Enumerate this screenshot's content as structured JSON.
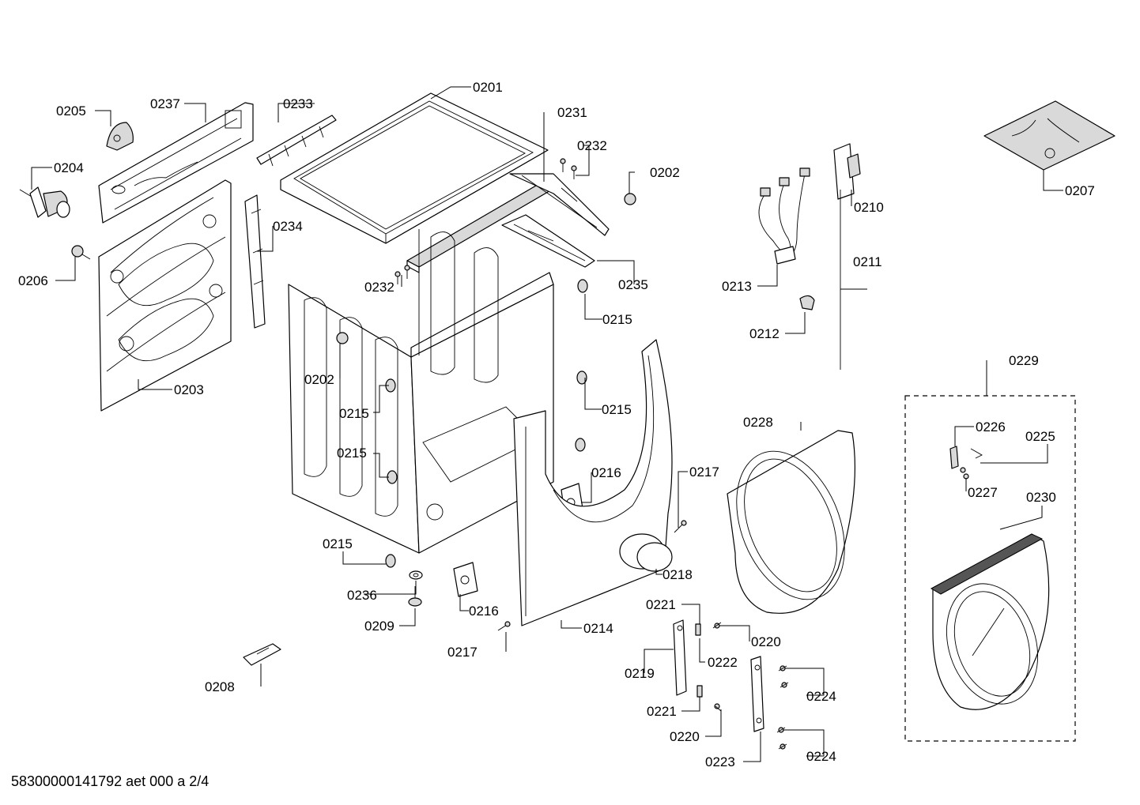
{
  "labels": {
    "p0201": "0201",
    "p0202a": "0202",
    "p0202b": "0202",
    "p0203": "0203",
    "p0204": "0204",
    "p0205": "0205",
    "p0206": "0206",
    "p0207": "0207",
    "p0208": "0208",
    "p0209": "0209",
    "p0210": "0210",
    "p0211": "0211",
    "p0212": "0212",
    "p0213": "0213",
    "p0214": "0214",
    "p0215a": "0215",
    "p0215b": "0215",
    "p0215c": "0215",
    "p0215d": "0215",
    "p0215e": "0215",
    "p0216a": "0216",
    "p0216b": "0216",
    "p0217a": "0217",
    "p0217b": "0217",
    "p0218": "0218",
    "p0219": "0219",
    "p0220a": "0220",
    "p0220b": "0220",
    "p0221a": "0221",
    "p0221b": "0221",
    "p0222": "0222",
    "p0223": "0223",
    "p0224a": "0224",
    "p0224b": "0224",
    "p0225": "0225",
    "p0226": "0226",
    "p0227": "0227",
    "p0228": "0228",
    "p0229": "0229",
    "p0230": "0230",
    "p0231": "0231",
    "p0232a": "0232",
    "p0232b": "0232",
    "p0233": "0233",
    "p0234": "0234",
    "p0235": "0235",
    "p0236": "0236",
    "p0237": "0237"
  },
  "document_id": "58300000141792 aet 000 a 2/4"
}
